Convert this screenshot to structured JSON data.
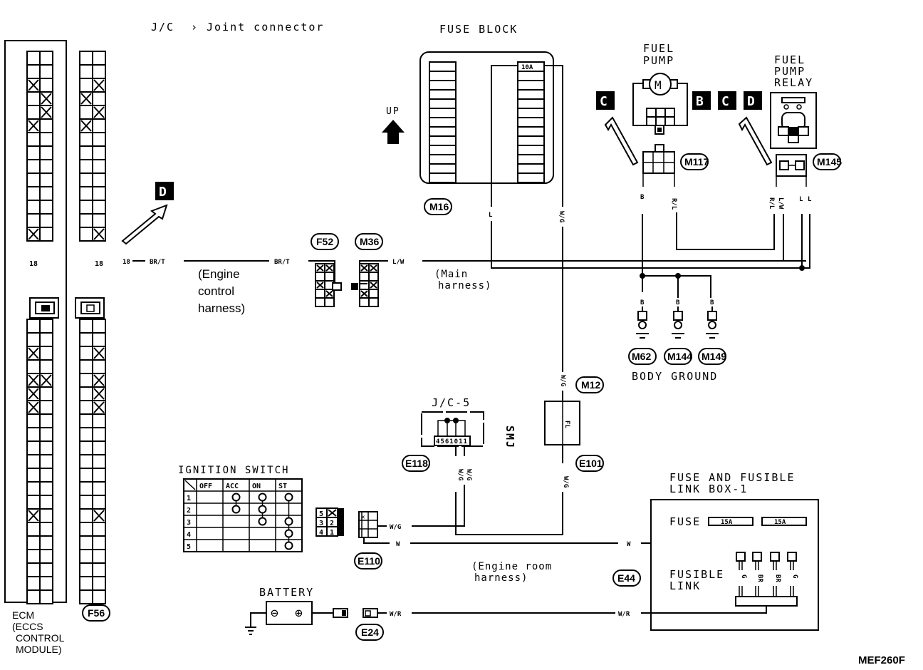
{
  "legend": {
    "abbrev": "J/C",
    "meaning": "Joint connector"
  },
  "drawing_code": "MEF260F",
  "colors": {
    "ink": "#000000",
    "paper": "#ffffff"
  },
  "ecm": {
    "title_lines": [
      "ECM",
      "(ECCS",
      "CONTROL",
      "MODULE)"
    ],
    "pin_label": "18",
    "connector_left": "F56"
  },
  "harness_labels": {
    "engine_control": [
      "(Engine",
      "control",
      "harness)"
    ],
    "main": [
      "(Main",
      "harness)"
    ],
    "engine_room": [
      "(Engine room",
      "harness)"
    ]
  },
  "connectors": {
    "f52": "F52",
    "m36": "M36",
    "m16": "M16",
    "m117": "M117",
    "m145": "M145",
    "m12": "M12",
    "e101": "E101",
    "e118": "E118",
    "e110": "E110",
    "e44": "E44",
    "e24": "E24",
    "m62": "M62",
    "m144": "M144",
    "m149": "M149"
  },
  "wire_colors": {
    "ecm_out_pin": "18",
    "br_t": "BR/T",
    "l_w": "L/W",
    "l": "L",
    "w_g": "W/G",
    "b": "B",
    "r_l": "R/L",
    "w": "W",
    "w_r": "W/R",
    "g": "G",
    "br": "BR"
  },
  "fuse_block": {
    "title": "FUSE BLOCK",
    "fuse_rating": "10A",
    "up_label": "UP"
  },
  "fuel_pump": {
    "title_lines": [
      "FUEL",
      "PUMP"
    ],
    "motor_symbol": "M"
  },
  "fuel_pump_relay": {
    "title_lines": [
      "FUEL",
      "PUMP",
      "RELAY"
    ]
  },
  "ref_markers": [
    "C",
    "B",
    "C",
    "D",
    "D"
  ],
  "body_ground": "BODY GROUND",
  "joint_connector": {
    "title": "J/C-5",
    "pins": [
      "4",
      "5",
      "6",
      "10",
      "11"
    ],
    "side_tag": "SMJ"
  },
  "fusible_link_module": {
    "title_lines": [
      "FL"
    ]
  },
  "ignition_switch": {
    "title": "IGNITION SWITCH",
    "columns": [
      "OFF",
      "ACC",
      "ON",
      "ST"
    ],
    "rows": [
      "1",
      "2",
      "3",
      "4",
      "5"
    ],
    "connections": {
      "ACC": [
        [
          1,
          2
        ]
      ],
      "ON": [
        [
          1,
          2,
          3
        ]
      ],
      "ST": [
        [
          1
        ],
        [
          3,
          4,
          5
        ]
      ]
    },
    "connector_pins": [
      [
        "5",
        "X"
      ],
      [
        "3",
        "2"
      ],
      [
        "4",
        "1"
      ]
    ]
  },
  "fuse_fusible_box": {
    "title_lines": [
      "FUSE AND FUSIBLE",
      "LINK BOX-1"
    ],
    "fuse_label": "FUSE",
    "fuse_ratings": [
      "15A",
      "15A"
    ],
    "fusible_link_label": [
      "FUSIBLE",
      "LINK"
    ],
    "link_colors": [
      "G",
      "BR",
      "BR",
      "G"
    ]
  },
  "battery": {
    "title": "BATTERY",
    "neg": "⊖",
    "pos": "⊕"
  }
}
